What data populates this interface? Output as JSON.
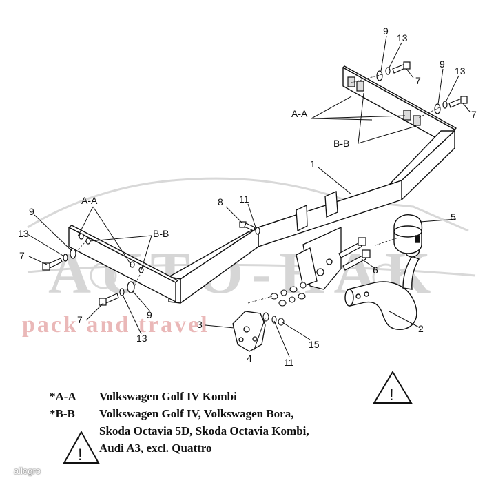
{
  "callouts": [
    {
      "id": "1",
      "label": "1"
    },
    {
      "id": "2",
      "label": "2"
    },
    {
      "id": "3",
      "label": "3"
    },
    {
      "id": "4",
      "label": "4"
    },
    {
      "id": "5",
      "label": "5"
    },
    {
      "id": "6",
      "label": "6"
    },
    {
      "id": "7a",
      "label": "7"
    },
    {
      "id": "7b",
      "label": "7"
    },
    {
      "id": "7c",
      "label": "7"
    },
    {
      "id": "7d",
      "label": "7"
    },
    {
      "id": "8",
      "label": "8"
    },
    {
      "id": "9a",
      "label": "9"
    },
    {
      "id": "9b",
      "label": "9"
    },
    {
      "id": "9c",
      "label": "9"
    },
    {
      "id": "9d",
      "label": "9"
    },
    {
      "id": "11a",
      "label": "11"
    },
    {
      "id": "11b",
      "label": "11"
    },
    {
      "id": "13a",
      "label": "13"
    },
    {
      "id": "13b",
      "label": "13"
    },
    {
      "id": "13c",
      "label": "13"
    },
    {
      "id": "13d",
      "label": "13"
    },
    {
      "id": "15",
      "label": "15"
    }
  ],
  "section_labels": {
    "aa_right": "A-A",
    "bb_right": "B-B",
    "aa_left": "A-A",
    "bb_left": "B-B"
  },
  "legend": {
    "aa_key": "*A-A",
    "aa_text": "Volkswagen Golf IV Kombi",
    "bb_key": "*B-B",
    "bb_text_1": "Volkswagen Golf IV, Volkswagen Bora,",
    "bb_text_2": "Skoda Octavia 5D, Skoda Octavia Kombi,",
    "bb_text_3": "Audi A3, excl. Quattro"
  },
  "warning_symbol": "!",
  "watermark": {
    "brand_big": "AUTO-HAK",
    "tagline": "pack and travel",
    "site": "allegro"
  },
  "colors": {
    "line": "#111111",
    "watermark_gray": "#cfcfcf",
    "watermark_red": "#e8b4b4"
  }
}
